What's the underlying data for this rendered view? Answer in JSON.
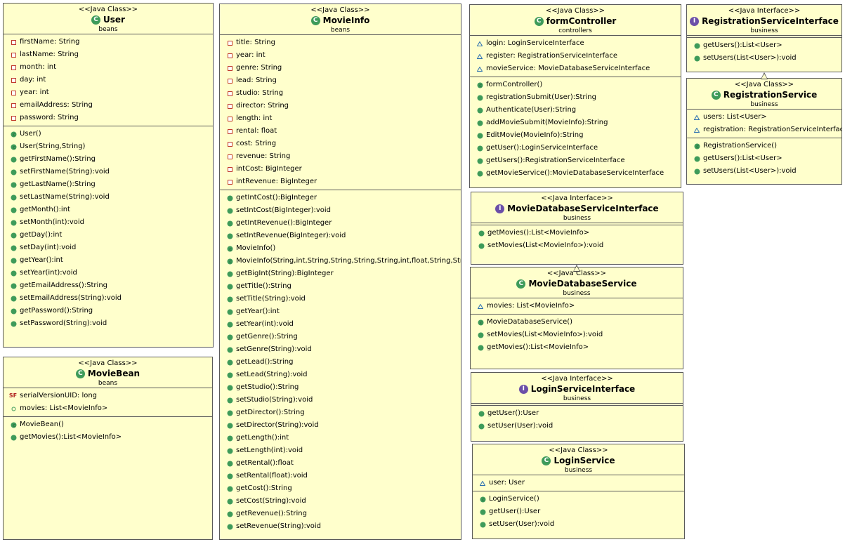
{
  "boxes": {
    "user": {
      "stereotype": "<<Java Class>>",
      "name": "User",
      "package": "beans",
      "fields": [
        "firstName: String",
        "lastName: String",
        "month: int",
        "day: int",
        "year: int",
        "emailAddress: String",
        "password: String"
      ],
      "methods": [
        "User()",
        "User(String,String)",
        "getFirstName():String",
        "setFirstName(String):void",
        "getLastName():String",
        "setLastName(String):void",
        "getMonth():int",
        "setMonth(int):void",
        "getDay():int",
        "setDay(int):void",
        "getYear():int",
        "setYear(int):void",
        "getEmailAddress():String",
        "setEmailAddress(String):void",
        "getPassword():String",
        "setPassword(String):void"
      ]
    },
    "moviebean": {
      "stereotype": "<<Java Class>>",
      "name": "MovieBean",
      "package": "beans",
      "fields": [
        "serialVersionUID: long",
        "movies: List<MovieInfo>"
      ],
      "methods": [
        "MovieBean()",
        "getMovies():List<MovieInfo>"
      ]
    },
    "movieinfo": {
      "stereotype": "<<Java Class>>",
      "name": "MovieInfo",
      "package": "beans",
      "fields": [
        "title: String",
        "year: int",
        "genre: String",
        "lead: String",
        "studio: String",
        "director: String",
        "length: int",
        "rental: float",
        "cost: String",
        "revenue: String",
        "intCost: BigInteger",
        "intRevenue: BigInteger"
      ],
      "methods": [
        "getIntCost():BigInteger",
        "setIntCost(BigInteger):void",
        "getIntRevenue():BigInteger",
        "setIntRevenue(BigInteger):void",
        "MovieInfo()",
        "MovieInfo(String,int,String,String,String,String,int,float,String,String)",
        "getBigInt(String):BigInteger",
        "getTitle():String",
        "setTitle(String):void",
        "getYear():int",
        "setYear(int):void",
        "getGenre():String",
        "setGenre(String):void",
        "getLead():String",
        "setLead(String):void",
        "getStudio():String",
        "setStudio(String):void",
        "getDirector():String",
        "setDirector(String):void",
        "getLength():int",
        "setLength(int):void",
        "getRental():float",
        "setRental(float):void",
        "getCost():String",
        "setCost(String):void",
        "getRevenue():String",
        "setRevenue(String):void"
      ]
    },
    "formcontroller": {
      "stereotype": "<<Java Class>>",
      "name": "formController",
      "package": "controllers",
      "fields": [
        "login: LoginServiceInterface",
        "register: RegistrationServiceInterface",
        "movieService: MovieDatabaseServiceInterface"
      ],
      "methods": [
        "formController()",
        "registrationSubmit(User):String",
        "Authenticate(User):String",
        "addMovieSubmit(MovieInfo):String",
        "EditMovie(MovieInfo):String",
        "getUser():LoginServiceInterface",
        "getUsers():RegistrationServiceInterface",
        "getMovieService():MovieDatabaseServiceInterface"
      ]
    },
    "regiface": {
      "stereotype": "<<Java Interface>>",
      "name": "RegistrationServiceInterface",
      "package": "business",
      "fields": [],
      "methods": [
        "getUsers():List<User>",
        "setUsers(List<User>):void"
      ]
    },
    "regservice": {
      "stereotype": "<<Java Class>>",
      "name": "RegistrationService",
      "package": "business",
      "fields": [
        "users: List<User>",
        "registration: RegistrationServiceInterface"
      ],
      "methods": [
        "RegistrationService()",
        "getUsers():List<User>",
        "setUsers(List<User>):void"
      ]
    },
    "mdbiface": {
      "stereotype": "<<Java Interface>>",
      "name": "MovieDatabaseServiceInterface",
      "package": "business",
      "fields": [],
      "methods": [
        "getMovies():List<MovieInfo>",
        "setMovies(List<MovieInfo>):void"
      ]
    },
    "mdbservice": {
      "stereotype": "<<Java Class>>",
      "name": "MovieDatabaseService",
      "package": "business",
      "fields": [
        "movies: List<MovieInfo>"
      ],
      "methods": [
        "MovieDatabaseService()",
        "setMovies(List<MovieInfo>):void",
        "getMovies():List<MovieInfo>"
      ]
    },
    "loginiface": {
      "stereotype": "<<Java Interface>>",
      "name": "LoginServiceInterface",
      "package": "business",
      "fields": [],
      "methods": [
        "getUser():User",
        "setUser(User):void"
      ]
    },
    "loginservice": {
      "stereotype": "<<Java Class>>",
      "name": "LoginService",
      "package": "business",
      "fields": [
        "user: User"
      ],
      "methods": [
        "LoginService()",
        "getUser():User",
        "setUser(User):void"
      ]
    }
  }
}
